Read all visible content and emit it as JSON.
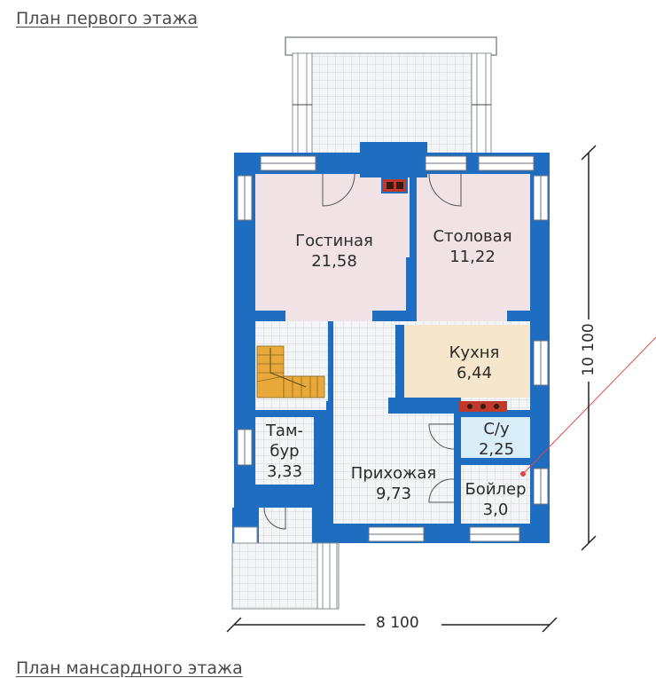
{
  "title": "План первого этажа",
  "next_title": "План мансардного этажа",
  "colors": {
    "wall": "#1e6dc0",
    "living": "#f1e2e5",
    "kitchen": "#f6e6cc",
    "bath": "#d9eef8",
    "tile": "#eaecef",
    "stairs": "#e8a93a",
    "chimney": "#c0392b"
  },
  "rooms": {
    "living": {
      "name": "Гостиная",
      "area": "21,58"
    },
    "dining": {
      "name": "Столовая",
      "area": "11,22"
    },
    "kitchen": {
      "name": "Кухня",
      "area": "6,44"
    },
    "bathroom": {
      "name": "С/у",
      "area": "2,25"
    },
    "vestibule": {
      "name_line1": "Там-",
      "name_line2": "бур",
      "area": "3,33"
    },
    "hall": {
      "name": "Прихожая",
      "area": "9,73"
    },
    "boiler": {
      "name": "Бойлер",
      "area": "3,0"
    }
  },
  "dimensions": {
    "width": "8 100",
    "height": "10 100"
  }
}
